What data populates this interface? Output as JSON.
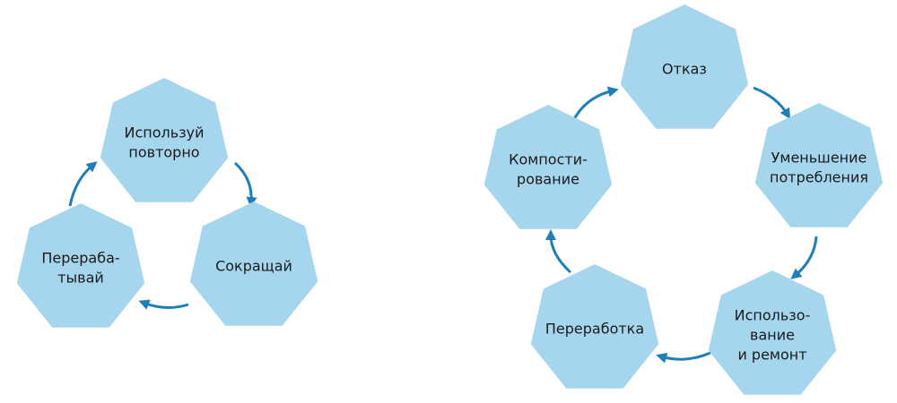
{
  "colors": {
    "node_fill": "#a6d5ee",
    "arrow": "#1e7fb8",
    "text": "#1a1a1a"
  },
  "diagrams": [
    {
      "nodes": [
        {
          "lines": [
            "Используй",
            "повторно"
          ]
        },
        {
          "lines": [
            "Сокращай"
          ]
        },
        {
          "lines": [
            "Перераба-",
            "тывай"
          ]
        }
      ]
    },
    {
      "nodes": [
        {
          "lines": [
            "Отказ"
          ]
        },
        {
          "lines": [
            "Уменьшение",
            "потребления"
          ]
        },
        {
          "lines": [
            "Использо-",
            "вание",
            "и ремонт"
          ]
        },
        {
          "lines": [
            "Переработка"
          ]
        },
        {
          "lines": [
            "Компости-",
            "рование"
          ]
        }
      ]
    }
  ]
}
